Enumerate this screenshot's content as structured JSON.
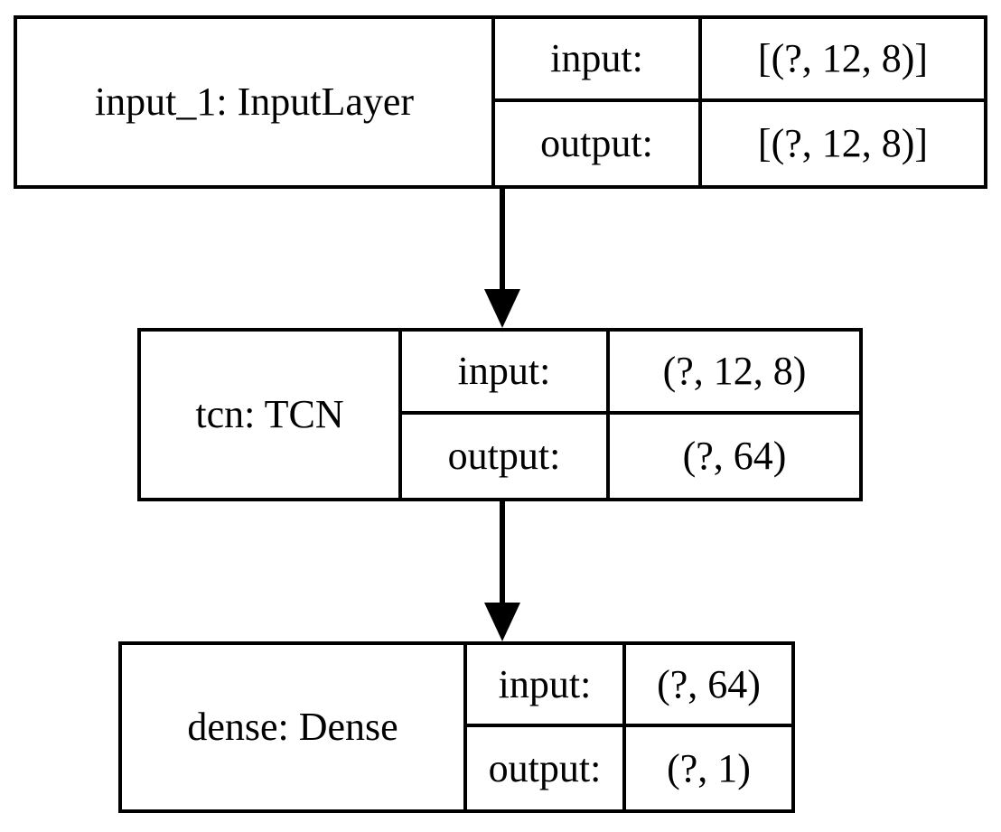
{
  "diagram": {
    "title": "Keras model architecture graph",
    "orientation": "top-to-bottom",
    "background_color": "#ffffff",
    "stroke_color": "#000000",
    "io_keys": {
      "input": "input:",
      "output": "output:"
    },
    "nodes": [
      {
        "id": "input_1",
        "label": "input_1: InputLayer",
        "input_key": "input:",
        "input_shape": "[(?, 12, 8)]",
        "output_key": "output:",
        "output_shape": "[(?, 12, 8)]"
      },
      {
        "id": "tcn",
        "label": "tcn: TCN",
        "input_key": "input:",
        "input_shape": "(?, 12, 8)",
        "output_key": "output:",
        "output_shape": "(?, 64)"
      },
      {
        "id": "dense",
        "label": "dense: Dense",
        "input_key": "input:",
        "input_shape": "(?, 64)",
        "output_key": "output:",
        "output_shape": "(?, 1)"
      }
    ],
    "edges": [
      {
        "id": "input_1-tcn",
        "from": "input_1",
        "to": "tcn"
      },
      {
        "id": "tcn-dense",
        "from": "tcn",
        "to": "dense"
      }
    ]
  }
}
